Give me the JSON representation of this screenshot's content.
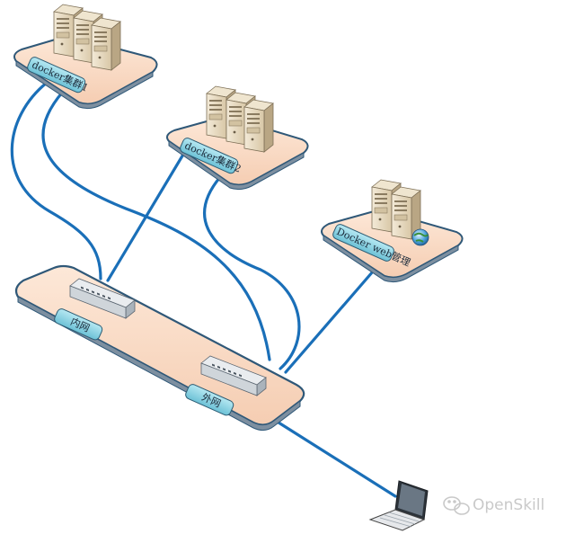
{
  "nodes": {
    "cluster1": {
      "label": "docker集群1",
      "icon": "server-cluster-icon"
    },
    "cluster2": {
      "label": "docker集群2",
      "icon": "server-cluster-icon"
    },
    "web": {
      "label": "Docker web管理",
      "icon": "web-server-icon"
    },
    "internal_switch": {
      "label": "内网",
      "icon": "switch-icon"
    },
    "external_switch": {
      "label": "外网",
      "icon": "switch-icon"
    },
    "client": {
      "icon": "laptop-icon"
    }
  },
  "watermark": {
    "text": "OpenSkill",
    "icon": "wechat-icon"
  },
  "colors": {
    "link": "#1a6fb8",
    "platform_fill": "#f9dcc8",
    "platform_border": "#2f5878",
    "tag_fill": "#8fd6e6"
  }
}
